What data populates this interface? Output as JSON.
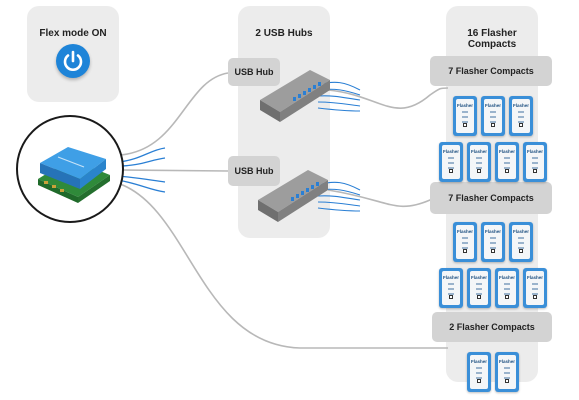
{
  "flex_panel": {
    "title": "Flex mode ON",
    "icon": "power-icon",
    "accent": "#1e84d8"
  },
  "hubs_panel": {
    "title": "2 USB Hubs",
    "hubs": [
      {
        "label": "USB Hub"
      },
      {
        "label": "USB Hub"
      }
    ]
  },
  "flashers_panel": {
    "title": "16 Flasher Compacts",
    "groups": [
      {
        "label": "7 Flasher Compacts",
        "count": 7
      },
      {
        "label": "7 Flasher Compacts",
        "count": 7
      },
      {
        "label": "2 Flasher Compacts",
        "count": 2
      }
    ],
    "device_label": "Flasher",
    "device_color": "#3a8fd8"
  },
  "colors": {
    "wire": "#b8b8b8",
    "usb_wire": "#2a7fd4",
    "panel_bg": "#ececec",
    "label_bg": "#d3d3d3"
  }
}
